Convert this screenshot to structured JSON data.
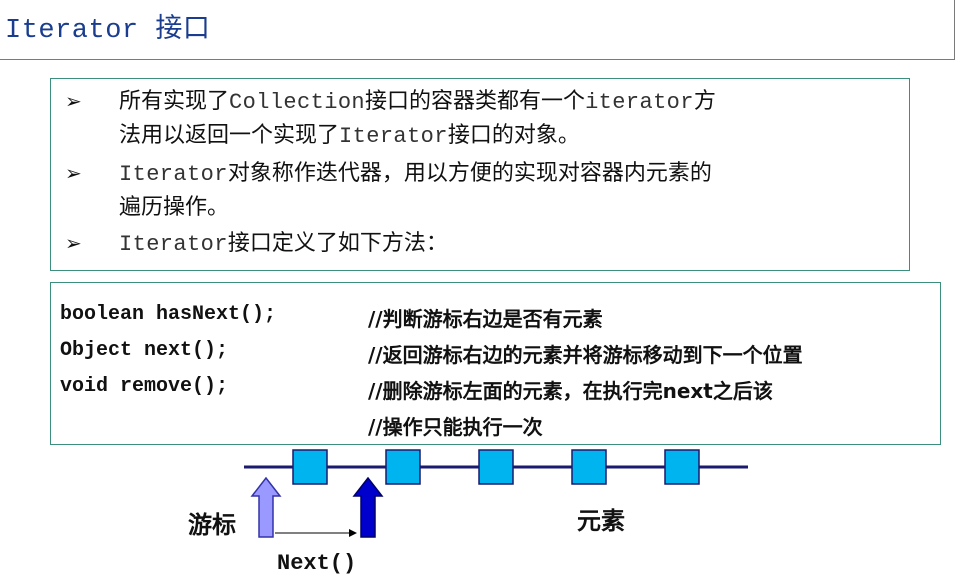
{
  "title": "Iterator 接口",
  "bullets": [
    {
      "arrow": "➢",
      "lines": [
        [
          {
            "t": "所有实现了"
          },
          {
            "t": "Collection",
            "mono": true
          },
          {
            "t": "接口的容器类都有一个"
          },
          {
            "t": "iterator",
            "mono": true
          },
          {
            "t": "方"
          }
        ],
        [
          {
            "t": "法用以返回一个实现了"
          },
          {
            "t": "Iterator",
            "mono": true
          },
          {
            "t": "接口的对象。"
          }
        ]
      ]
    },
    {
      "arrow": "➢",
      "lines": [
        [
          {
            "t": "Iterator",
            "mono": true
          },
          {
            "t": "对象称作迭代器，用以方便的实现对容器内元素的"
          }
        ],
        [
          {
            "t": "遍历操作。"
          }
        ]
      ]
    },
    {
      "arrow": "➢",
      "lines": [
        [
          {
            "t": "Iterator",
            "mono": true
          },
          {
            "t": "接口定义了如下方法："
          }
        ]
      ]
    }
  ],
  "code": [
    {
      "sig": "boolean hasNext();",
      "comment": "//判断游标右边是否有元素"
    },
    {
      "sig": "Object next();",
      "comment": "//返回游标右边的元素并将游标移动到下一个位置"
    },
    {
      "sig": "void remove();",
      "comment": "//删除游标左面的元素，在执行完next之后该"
    },
    {
      "sig": "",
      "comment": "//操作只能执行一次"
    }
  ],
  "diagram": {
    "cursor_label": "游标",
    "element_label": "元素",
    "next_label": "Next()",
    "element_count": 5,
    "colors": {
      "element_fill": "#00b4f0",
      "line": "#1a1a6e",
      "arrow_light": "#9999ff",
      "arrow_dark": "#0000cc"
    }
  }
}
